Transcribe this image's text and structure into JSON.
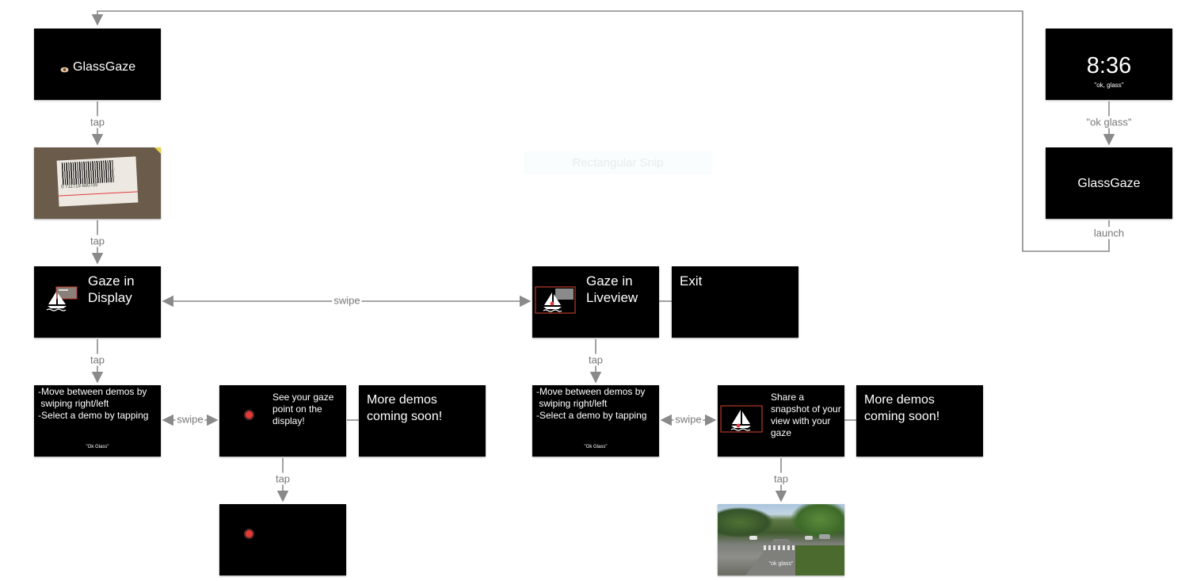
{
  "screens": {
    "app_name": "GlassGaze",
    "clock_time": "8:36",
    "clock_hint": "\"ok, glass\"",
    "launcher_name": "GlassGaze",
    "gaze_in_display": "Gaze in Display",
    "gaze_in_liveview": "Gaze in Liveview",
    "exit": "Exit",
    "instructions_line1": "-Move between demos by",
    "instructions_line2": " swiping right/left",
    "instructions_line3": "-Select a demo by tapping",
    "ok_glass_small": "\"Ok Glass\"",
    "see_gaze": "See your gaze point on the display!",
    "more_demos": "More demos coming soon!",
    "share_snapshot": "Share a snapshot of your view with your gaze",
    "photo_caption": "\"ok glass\"",
    "barcode_digits": "0 711719 600705"
  },
  "edges": {
    "tap": "tap",
    "swipe": "swipe",
    "ok_glass": "\"ok glass\"",
    "launch": "launch"
  },
  "overlay": {
    "snip_label": "Rectangular Snip"
  }
}
